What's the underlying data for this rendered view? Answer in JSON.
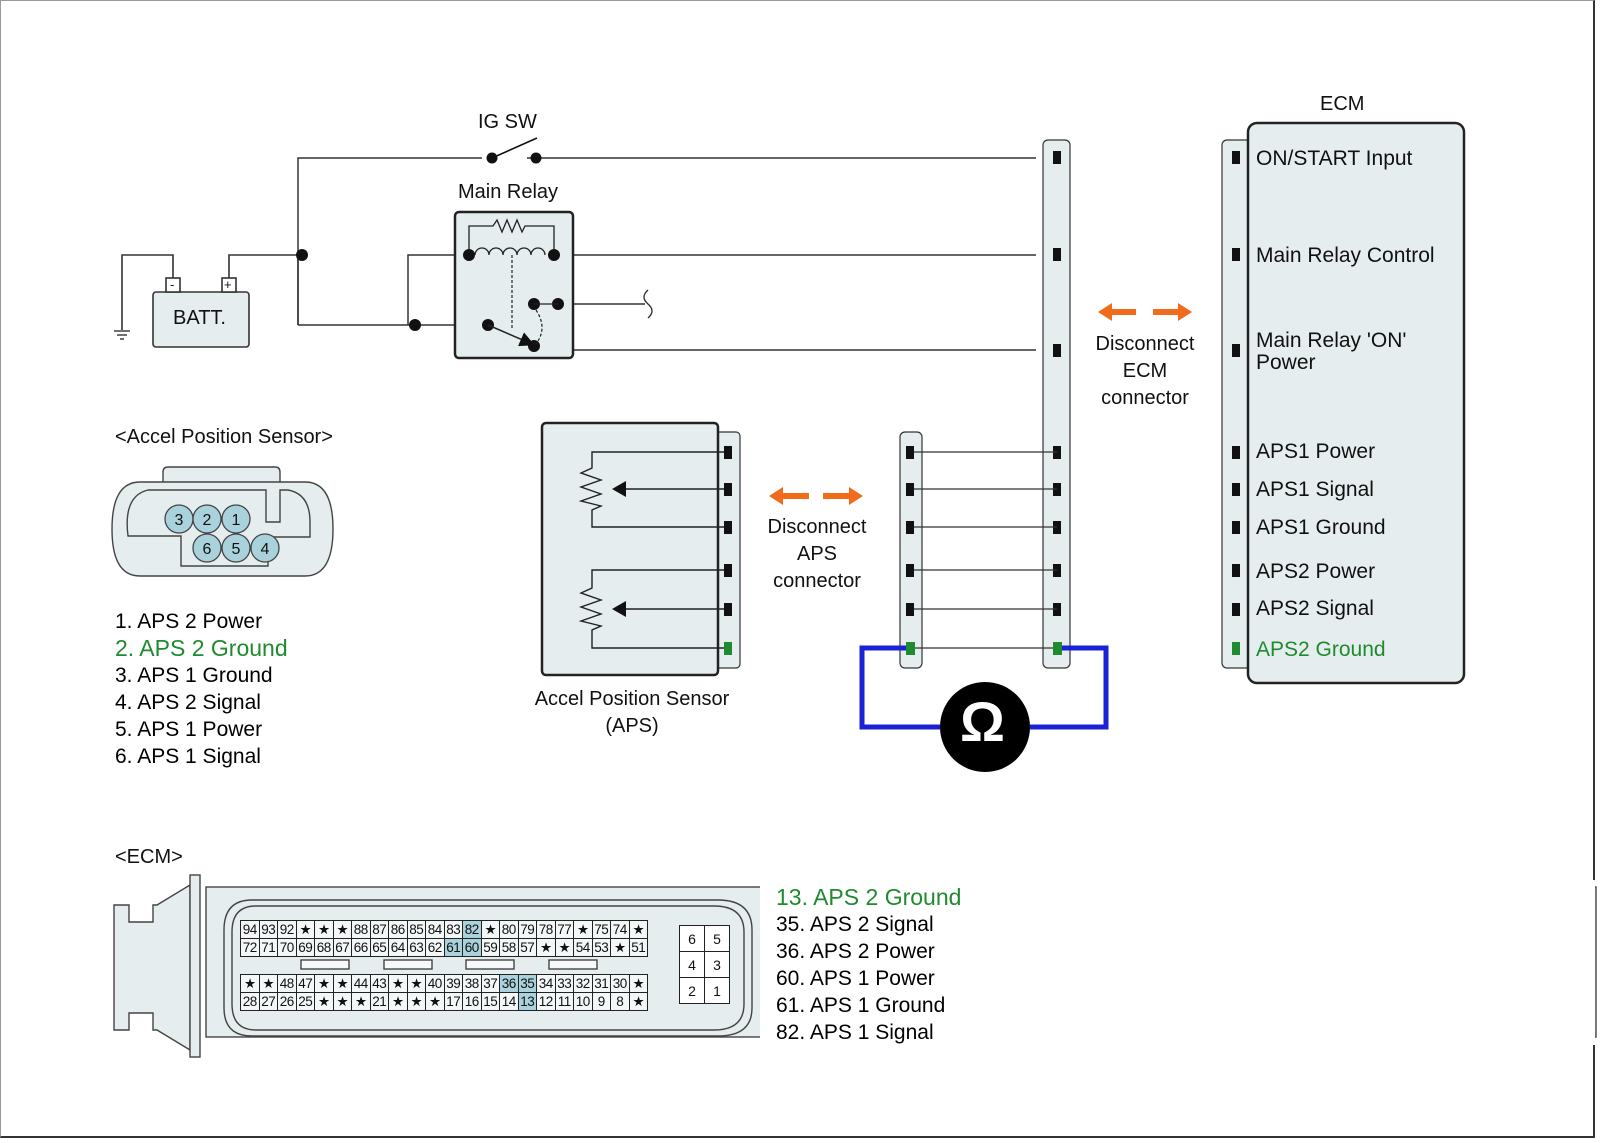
{
  "circuit": {
    "ig_switch_label": "IG SW",
    "main_relay_label": "Main Relay",
    "battery_label": "BATT.",
    "battery_neg": "-",
    "battery_pos": "+",
    "ecm_title": "ECM",
    "ecm_terminals": [
      {
        "label": "ON/START Input",
        "highlight": false
      },
      {
        "label": "Main Relay Control",
        "highlight": false
      },
      {
        "label": "Main Relay 'ON'",
        "label2": "Power",
        "highlight": false
      },
      {
        "label": "APS1 Power",
        "highlight": false
      },
      {
        "label": "APS1 Signal",
        "highlight": false
      },
      {
        "label": "APS1 Ground",
        "highlight": false
      },
      {
        "label": "APS2 Power",
        "highlight": false
      },
      {
        "label": "APS2 Signal",
        "highlight": false
      },
      {
        "label": "APS2 Ground",
        "highlight": true
      }
    ],
    "disconnect_ecm": [
      "Disconnect",
      "ECM",
      "connector"
    ],
    "disconnect_aps": [
      "Disconnect",
      "APS",
      "connector"
    ],
    "aps_block_label": [
      "Accel Position Sensor",
      "(APS)"
    ],
    "ohmmeter_symbol": "Ω"
  },
  "aps_connector": {
    "title": "<Accel Position Sensor>",
    "pins_top": [
      "3",
      "2",
      "1"
    ],
    "pins_bottom": [
      "6",
      "5",
      "4"
    ],
    "legend": [
      {
        "text": "1. APS 2 Power",
        "highlight": false
      },
      {
        "text": "2. APS 2 Ground",
        "highlight": true
      },
      {
        "text": "3. APS 1 Ground",
        "highlight": false
      },
      {
        "text": "4. APS 2 Signal",
        "highlight": false
      },
      {
        "text": "5. APS 1 Power",
        "highlight": false
      },
      {
        "text": "6. APS 1 Signal",
        "highlight": false
      }
    ]
  },
  "ecm_connector": {
    "title": "<ECM>",
    "rows": [
      [
        "94",
        "93",
        "92",
        "★",
        "★",
        "★",
        "88",
        "87",
        "86",
        "85",
        "84",
        "83",
        "82",
        "★",
        "80",
        "79",
        "78",
        "77",
        "★",
        "75",
        "74",
        "★"
      ],
      [
        "72",
        "71",
        "70",
        "69",
        "68",
        "67",
        "66",
        "65",
        "64",
        "63",
        "62",
        "61",
        "60",
        "59",
        "58",
        "57",
        "★",
        "★",
        "54",
        "53",
        "★",
        "51"
      ],
      [
        "★",
        "★",
        "48",
        "47",
        "★",
        "★",
        "44",
        "43",
        "★",
        "★",
        "40",
        "39",
        "38",
        "37",
        "36",
        "35",
        "34",
        "33",
        "32",
        "31",
        "30",
        "★"
      ],
      [
        "28",
        "27",
        "26",
        "25",
        "★",
        "★",
        "★",
        "21",
        "★",
        "★",
        "★",
        "17",
        "16",
        "15",
        "14",
        "13",
        "12",
        "11",
        "10",
        "9",
        "8",
        "★"
      ]
    ],
    "highlighted_pins": [
      "82",
      "61",
      "60",
      "36",
      "35",
      "13"
    ],
    "small_block": [
      [
        "6",
        "5"
      ],
      [
        "4",
        "3"
      ],
      [
        "2",
        "1"
      ]
    ],
    "legend": [
      {
        "text": "13. APS 2 Ground",
        "highlight": true
      },
      {
        "text": "35. APS 2 Signal",
        "highlight": false
      },
      {
        "text": "36. APS 2 Power",
        "highlight": false
      },
      {
        "text": "60. APS 1 Power",
        "highlight": false
      },
      {
        "text": "61. APS 1 Ground",
        "highlight": false
      },
      {
        "text": "82. APS 1 Signal",
        "highlight": false
      }
    ]
  },
  "colors": {
    "highlight_green": "#1f8a2e",
    "meter_wire_blue": "#1a22d6",
    "arrow_orange": "#f26b1d",
    "component_fill": "#e6edef",
    "pin_highlight": "#a9d2dc"
  }
}
